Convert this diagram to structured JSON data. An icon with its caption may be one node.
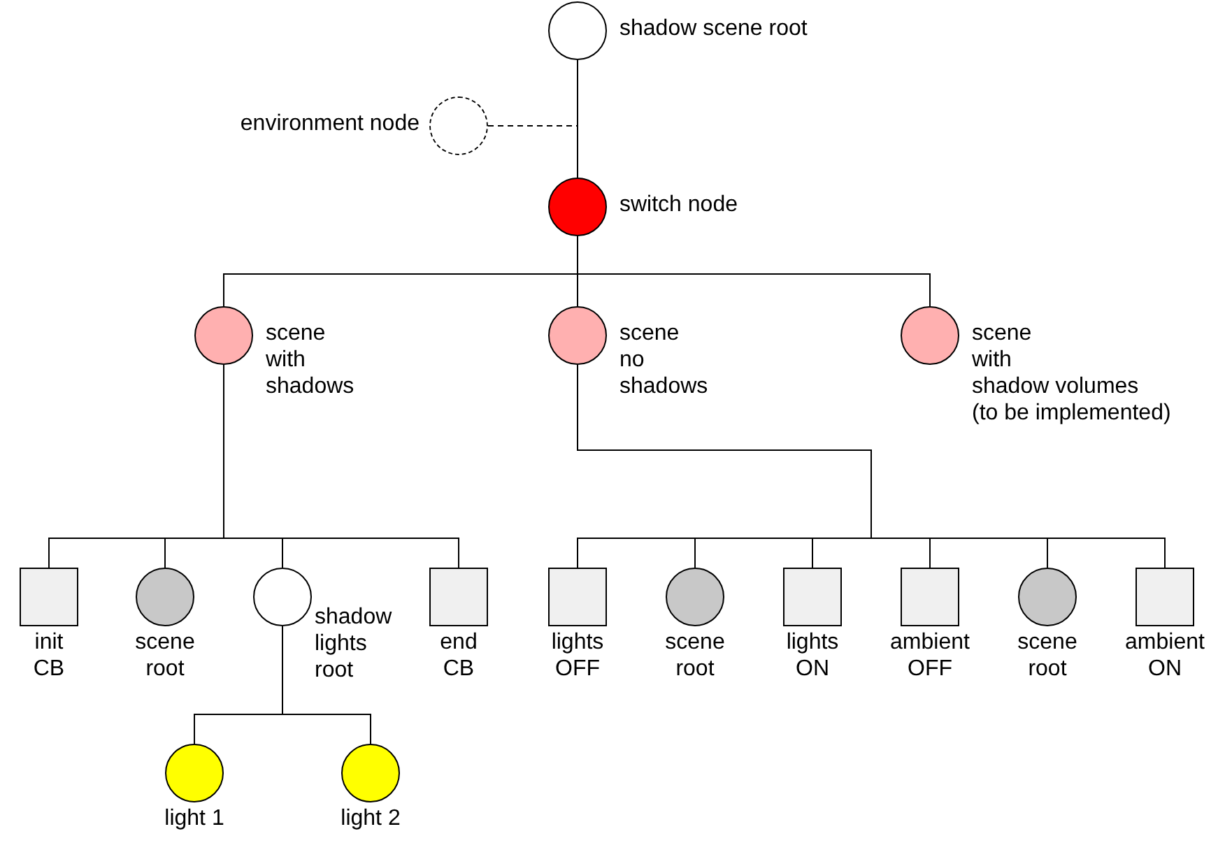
{
  "diagram": {
    "nodes": [
      {
        "text": [],
        "shape": "circle",
        "beside": [
          "shadow scene root"
        ]
      },
      {
        "text": [],
        "shape": "circle",
        "beside": [
          "environment node"
        ]
      },
      {
        "text": [],
        "shape": "circle",
        "beside": [
          "switch node"
        ]
      },
      {
        "text": [],
        "shape": "circle",
        "beside": [
          "scene with shadows"
        ]
      },
      {
        "text": [],
        "shape": "circle",
        "beside": [
          "scene no shadows"
        ]
      },
      {
        "text": [],
        "shape": "circle",
        "beside": [
          "scene with shadow volumes (to be implemented)"
        ]
      },
      {
        "text": [],
        "shape": "box",
        "beside": [
          "init CB"
        ]
      },
      {
        "text": [],
        "shape": "circle",
        "beside": [
          "scene root"
        ]
      },
      {
        "text": [],
        "shape": "circle",
        "beside": [
          "shadow lights root"
        ]
      },
      {
        "text": [],
        "shape": "box",
        "beside": [
          "end CB"
        ]
      },
      {
        "text": [],
        "shape": "box",
        "beside": [
          "lights OFF"
        ]
      },
      {
        "text": [],
        "shape": "circle",
        "beside": [
          "scene root"
        ]
      },
      {
        "text": [],
        "shape": "box",
        "beside": [
          "lights ON"
        ]
      },
      {
        "text": [],
        "shape": "box",
        "beside": [
          "ambient OFF"
        ]
      },
      {
        "text": [],
        "shape": "circle",
        "beside": [
          "scene root"
        ]
      },
      {
        "text": [],
        "shape": "box",
        "beside": [
          "ambient ON"
        ]
      },
      {
        "text": [],
        "shape": "circle",
        "beside": [
          "light 1"
        ]
      },
      {
        "text": [],
        "shape": "circle",
        "beside": [
          "light 2"
        ]
      }
    ],
    "edges": [
      {
        "from": 0,
        "to": 2,
        "arrow": "none"
      },
      {
        "from": 1,
        "to": null,
        "arrow": "none",
        "style": "dashed"
      },
      {
        "from": 2,
        "to": 3,
        "arrow": "none"
      },
      {
        "from": 2,
        "to": 4,
        "arrow": "none"
      },
      {
        "from": 2,
        "to": 5,
        "arrow": "none"
      },
      {
        "from": 3,
        "to": 6,
        "arrow": "none"
      },
      {
        "from": 3,
        "to": 7,
        "arrow": "none"
      },
      {
        "from": 3,
        "to": 8,
        "arrow": "none"
      },
      {
        "from": 3,
        "to": 9,
        "arrow": "none"
      },
      {
        "from": 4,
        "to": 10,
        "arrow": "none"
      },
      {
        "from": 4,
        "to": 11,
        "arrow": "none"
      },
      {
        "from": 4,
        "to": 12,
        "arrow": "none"
      },
      {
        "from": 4,
        "to": 13,
        "arrow": "none"
      },
      {
        "from": 4,
        "to": 14,
        "arrow": "none"
      },
      {
        "from": 4,
        "to": 15,
        "arrow": "none"
      },
      {
        "from": 8,
        "to": 16,
        "arrow": "none"
      },
      {
        "from": 8,
        "to": 17,
        "arrow": "none"
      }
    ]
  }
}
